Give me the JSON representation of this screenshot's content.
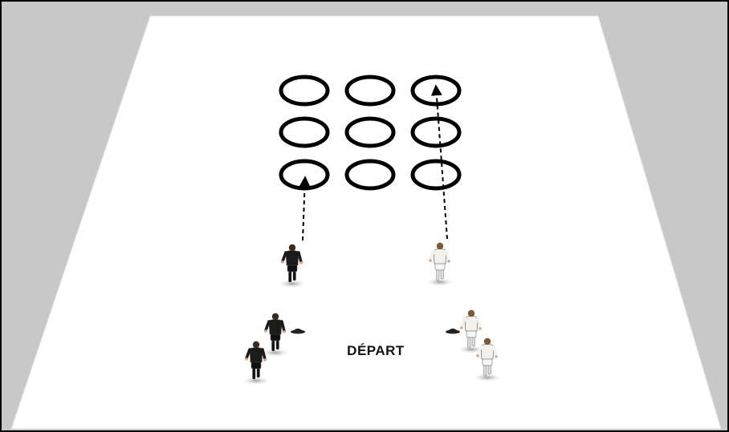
{
  "diagram": {
    "start_label": "DÉPART",
    "colors": {
      "border": "#000000",
      "background": "#c8c8c8",
      "field": "#ffffff",
      "ring": "#000000",
      "arrow": "#000000",
      "team_black_shirt": "#1b1b1b",
      "team_white_shirt": "#f4f1ec",
      "shadow": "#bdbdbd"
    },
    "rings": {
      "rows": 3,
      "cols": 3
    },
    "teams": [
      {
        "name": "black",
        "players": 3,
        "cone": true
      },
      {
        "name": "white",
        "players": 3,
        "cone": true
      }
    ]
  }
}
